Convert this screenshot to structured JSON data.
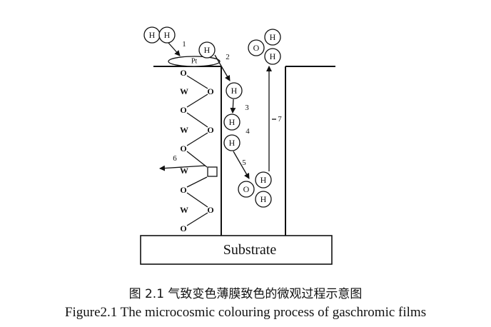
{
  "figure": {
    "atom_h": "H",
    "atom_o": "O",
    "lattice_w": "W",
    "lattice_o": "O",
    "catalyst": "Pt",
    "substrate": "Substrate",
    "steps": {
      "s1": "1",
      "s2": "2",
      "s3": "3",
      "s4": "4",
      "s5": "5",
      "s6": "6",
      "s7": "7"
    }
  },
  "caption": {
    "chinese": "图  2.1  气致变色薄膜致色的微观过程示意图",
    "english": "Figure2.1 The microcosmic colouring process of gaschromic films"
  }
}
